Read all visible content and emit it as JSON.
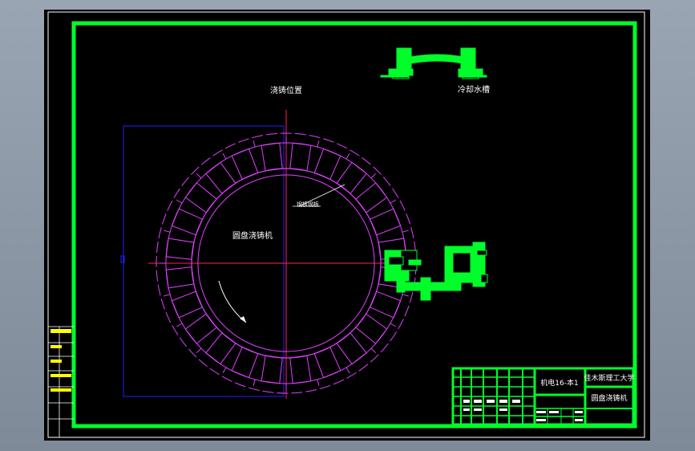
{
  "labels": {
    "casting_position": "浇铸位置",
    "cooling_trough": "冷却水槽",
    "disc_caster": "圆盘浇铸机",
    "steel_plate": "钢板钢板",
    "title_block": {
      "school": "佳木斯理工大学",
      "drawing_name": "圆盘浇铸机",
      "class": "机电16-本1"
    }
  },
  "colors": {
    "frame": "#00ff2a",
    "ring": "#e040ff",
    "centerline": "#ff2050",
    "blue": "#2020ff",
    "text": "#ffffff",
    "yellow": "#ffff00"
  },
  "icons": {
    "rotation": "curved-arrow-icon"
  }
}
